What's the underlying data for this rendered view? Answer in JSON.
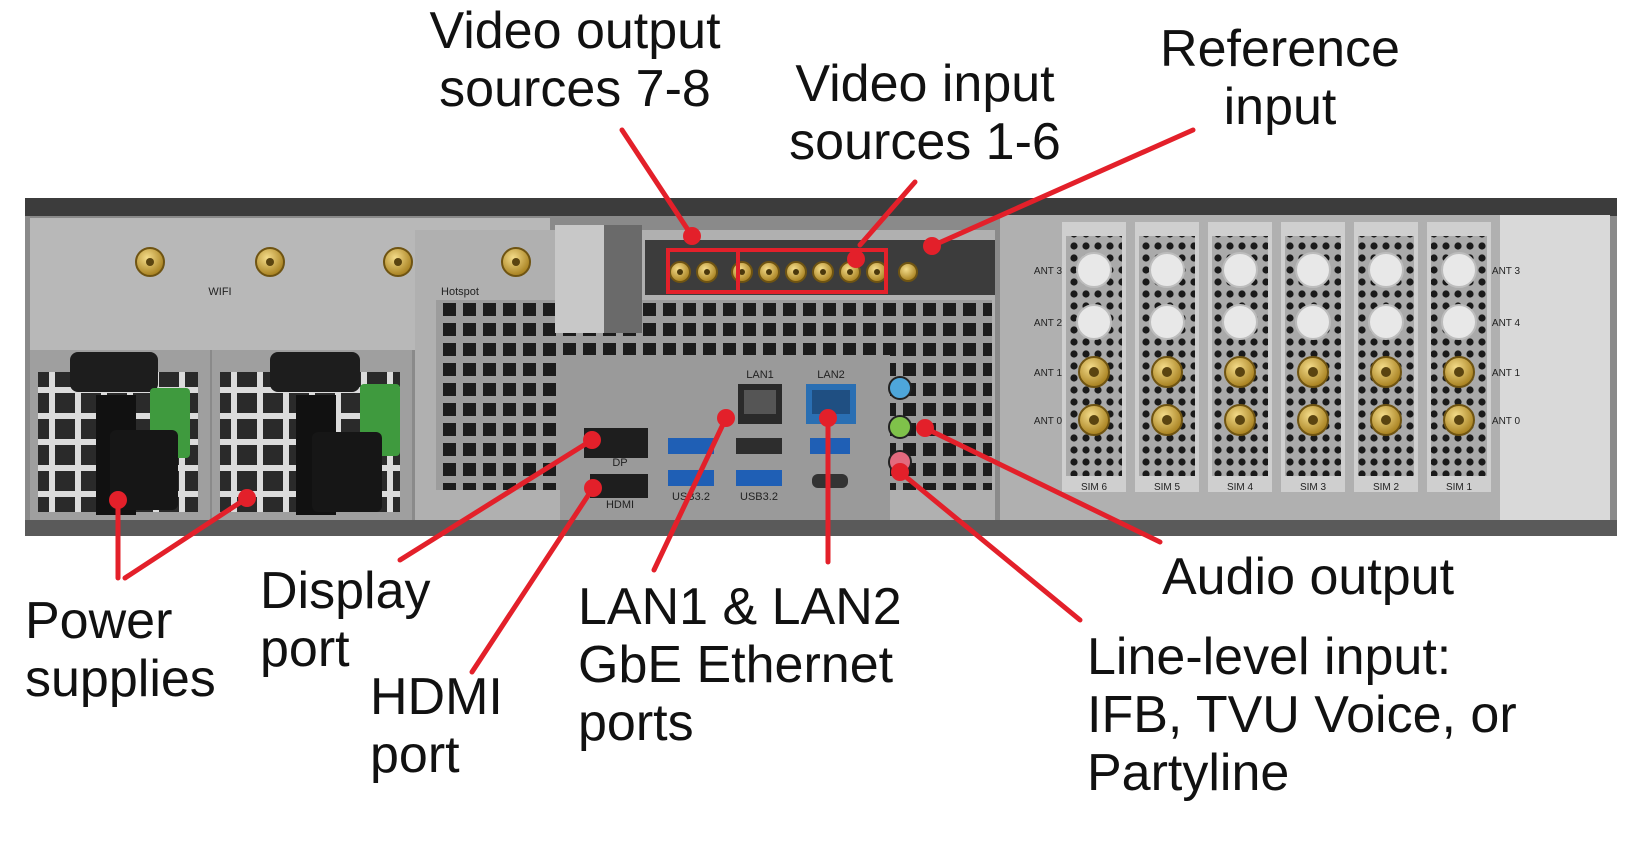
{
  "colors": {
    "leader": "#e3202a",
    "chassis": "#7f7f7f",
    "chassis_dark": "#3c3c3c",
    "panel": "#a5a5a5",
    "vent": "#1c1c1c",
    "gold": "#c9a43d"
  },
  "callouts": {
    "video_output": [
      "Video output",
      "sources 7-8"
    ],
    "video_input": [
      "Video input",
      "sources 1-6"
    ],
    "reference": [
      "Reference",
      "input"
    ],
    "power": [
      "Power",
      "supplies"
    ],
    "display_port": [
      "Display",
      "port"
    ],
    "hdmi_port": [
      "HDMI",
      "port"
    ],
    "lan": [
      "LAN1 & LAN2",
      "GbE Ethernet",
      "ports"
    ],
    "audio_output": [
      "Audio output"
    ],
    "line_input": [
      "Line-level input:",
      "IFB, TVU Voice, or",
      "Partyline"
    ]
  },
  "panel_labels": {
    "wifi": "WIFI",
    "hotspot": "Hotspot",
    "lan1": "LAN1",
    "lan2": "LAN2",
    "dp": "DP",
    "hdmi": "HDMI",
    "usb_a": "USB3.2",
    "usb_b": "USB3.2",
    "ant": [
      "ANT 3",
      "ANT 2",
      "ANT 1",
      "ANT 0"
    ],
    "ant_right": [
      "ANT 3",
      "ANT 4",
      "ANT 1",
      "ANT 0"
    ],
    "sim": [
      "SIM 6",
      "SIM 5",
      "SIM 4",
      "SIM 3",
      "SIM 2",
      "SIM 1"
    ]
  }
}
